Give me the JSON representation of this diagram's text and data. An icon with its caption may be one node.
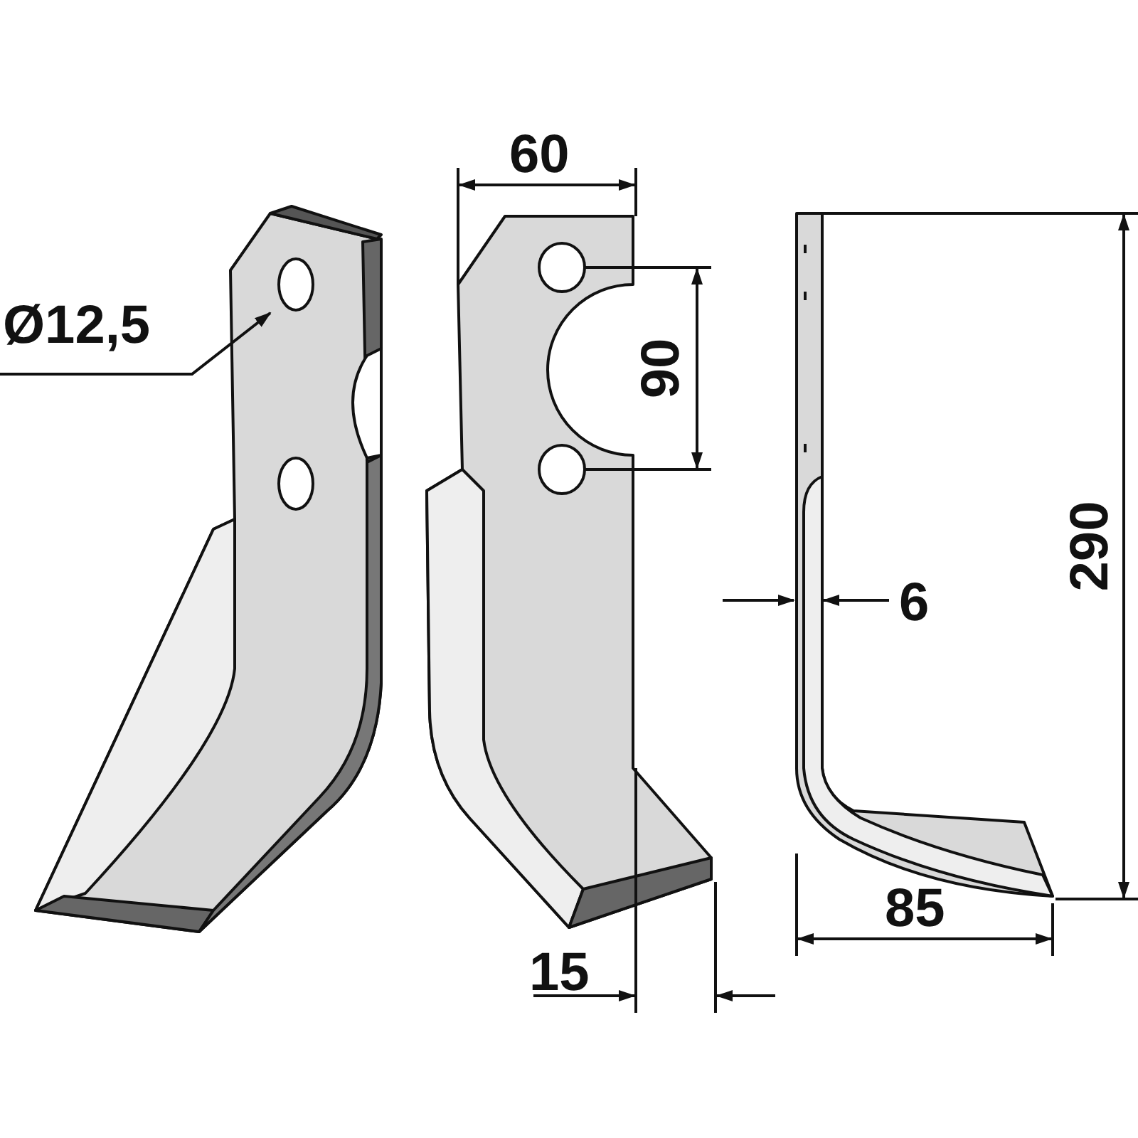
{
  "diagram": {
    "labels": [
      "60",
      "Ø12,5",
      "90",
      "290",
      "6",
      "85",
      "15"
    ]
  }
}
